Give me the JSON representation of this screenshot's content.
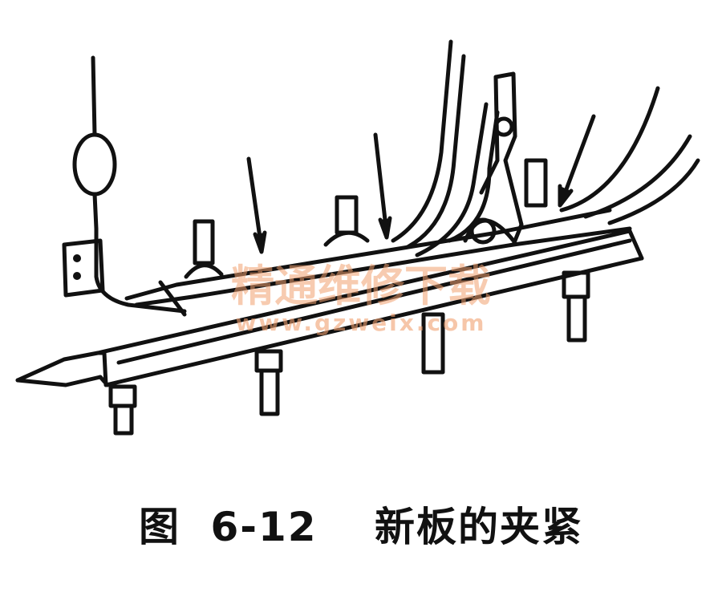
{
  "figure": {
    "caption_label": "图",
    "caption_number": "6-12",
    "caption_title": "新板的夹紧"
  },
  "watermark": {
    "text_cn": "精通维修下载",
    "text_url": "www.gzweix.com",
    "color": "#f0a070"
  },
  "colors": {
    "ink": "#111111",
    "paper": "#ffffff"
  }
}
